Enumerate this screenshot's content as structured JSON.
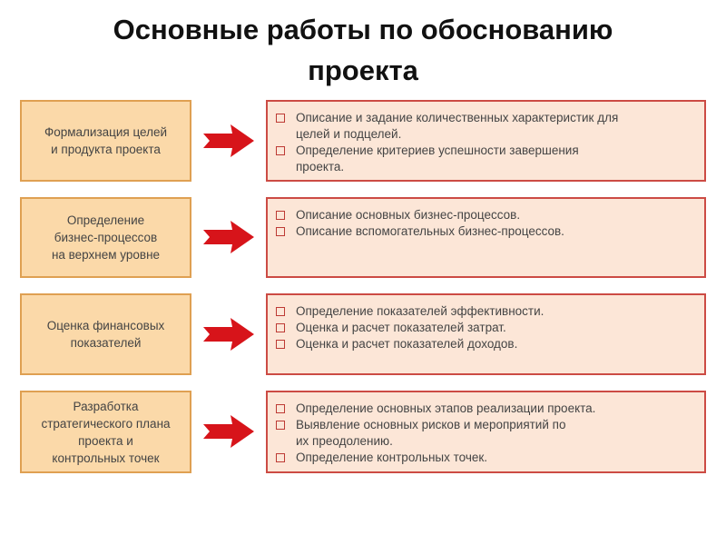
{
  "title": {
    "line1": "Основные работы по обоснованию",
    "line2": "проекта"
  },
  "rows": [
    {
      "label": [
        "Формализация целей",
        "и продукта проекта"
      ],
      "items": [
        [
          "Описание и задание количественных характеристик для",
          "целей и подцелей."
        ],
        [
          "Определение критериев успешности завершения",
          "проекта."
        ]
      ]
    },
    {
      "label": [
        "Определение",
        "бизнес-процессов",
        "на верхнем уровне"
      ],
      "items": [
        [
          "Описание основных бизнес-процессов."
        ],
        [
          "Описание вспомогательных бизнес-процессов."
        ]
      ]
    },
    {
      "label": [
        "Оценка финансовых",
        "показателей"
      ],
      "items": [
        [
          "Определение показателей эффективности."
        ],
        [
          "Оценка и расчет показателей затрат."
        ],
        [
          "Оценка и расчет показателей доходов."
        ]
      ]
    },
    {
      "label": [
        "Разработка",
        "стратегического плана",
        "проекта и",
        "контрольных точек"
      ],
      "items": [
        [
          "Определение основных этапов реализации проекта."
        ],
        [
          "Выявление основных рисков и мероприятий по",
          "их преодолению."
        ],
        [
          "Определение контрольных точек."
        ]
      ]
    }
  ],
  "colors": {
    "left_fill": "#fbd9a9",
    "left_border": "#dfa052",
    "right_fill": "#fce6d7",
    "right_border": "#cc4b44",
    "arrow": "#d7141a",
    "bullet": "#bd3a34"
  },
  "icons": {
    "arrow": "right-arrow-icon",
    "bullet": "square-bullet-icon"
  }
}
